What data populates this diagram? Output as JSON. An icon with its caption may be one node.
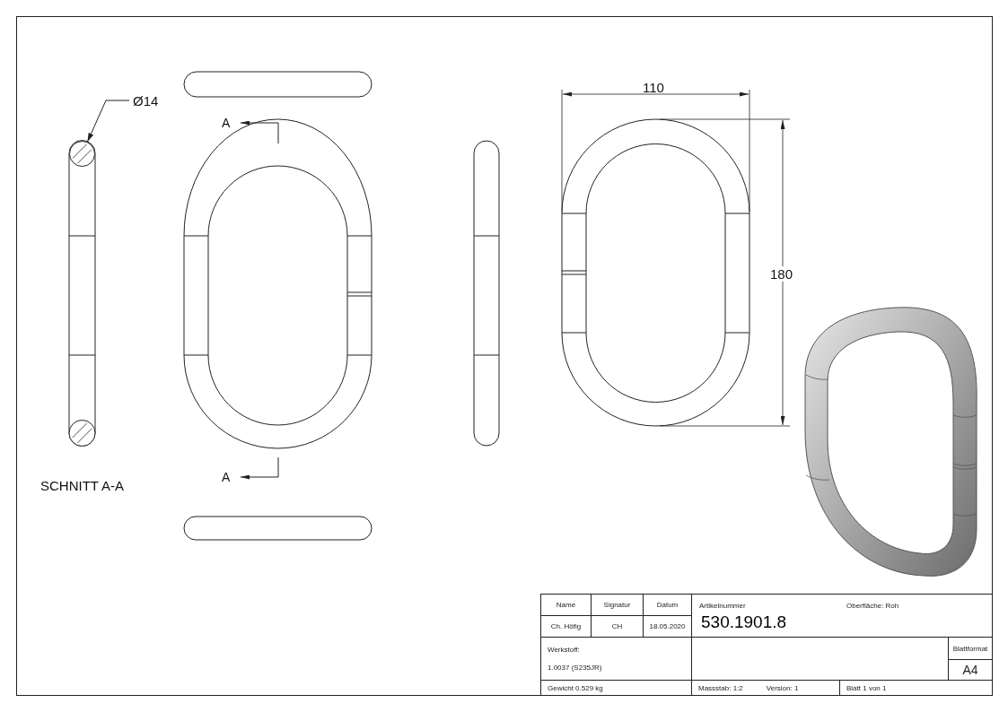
{
  "diagram": {
    "nodes": [
      {
        "text": [
          "Ø14"
        ]
      },
      {
        "text": [],
        "shape": "circle"
      }
    ],
    "edges": [
      {
        "from": 0,
        "to": 1,
        "arrow": "to"
      }
    ],
    "labels": [
      "A",
      "A",
      "SCHNITT A-A",
      "110",
      "180",
      "Name",
      "Signatur",
      "Datum",
      "Artikelnummer",
      "Oberfläche:  Roh",
      "Ch. Höfig",
      "CH",
      "18.05.2020",
      "530.1901.8",
      "Werkstoff:",
      "1.0037 (S235JR)",
      "Blattformat",
      "A4",
      "Gewicht 0.529 kg",
      "Massstab: 1:2",
      "Version: 1",
      "Blatt 1 von 1"
    ]
  }
}
